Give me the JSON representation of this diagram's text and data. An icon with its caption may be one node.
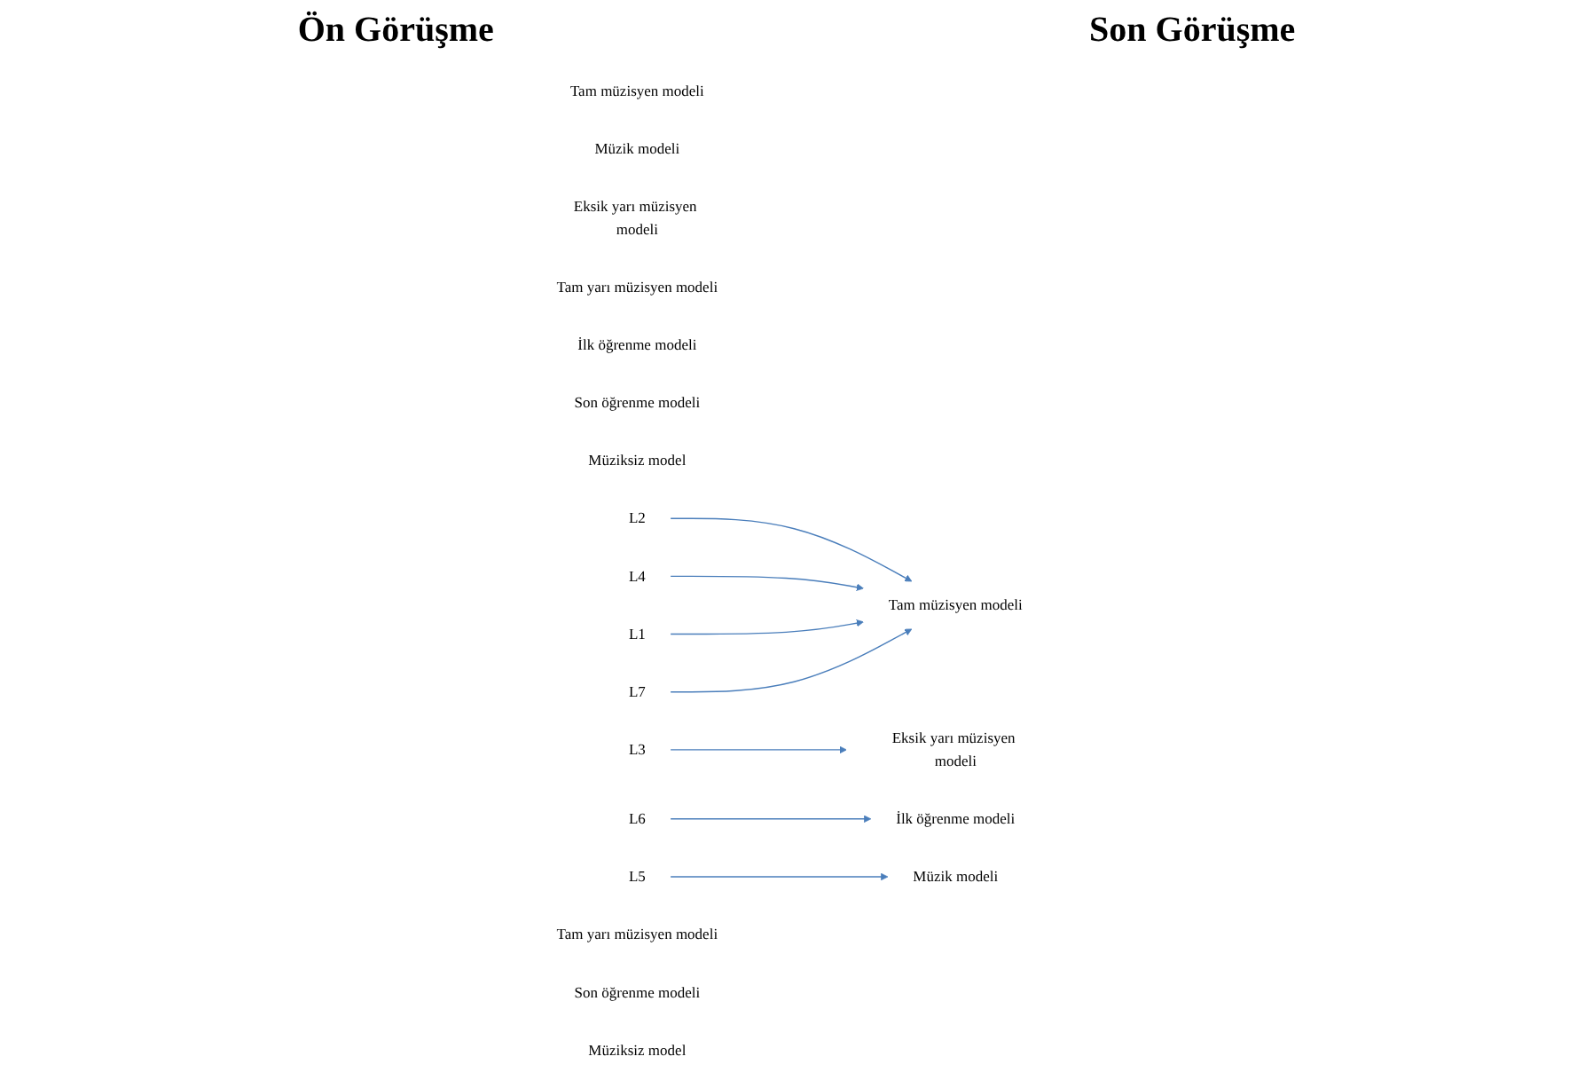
{
  "diagram": {
    "nodes": [
      {
        "text": [
          "Tam müzisyen modeli"
        ]
      },
      {
        "text": [
          "Müzik modeli"
        ]
      },
      {
        "text": [
          "Eksik yarı müzisyen modeli"
        ]
      },
      {
        "text": [
          "Tam yarı müzisyen modeli"
        ]
      },
      {
        "text": [
          "İlk öğrenme modeli"
        ]
      },
      {
        "text": [
          "Son öğrenme modeli"
        ]
      },
      {
        "text": [
          "Müziksiz model"
        ]
      },
      {
        "text": [
          "L2"
        ]
      },
      {
        "text": [
          "L4"
        ]
      },
      {
        "text": [
          "L3"
        ]
      },
      {
        "text": [
          "L1"
        ]
      },
      {
        "text": [
          "L7"
        ]
      },
      {
        "text": [
          "L6"
        ]
      },
      {
        "text": [
          "L5"
        ]
      },
      {
        "text": [
          "Tam müzisyen modeli"
        ]
      },
      {
        "text": [
          "Müzik modeli"
        ]
      },
      {
        "text": [
          "Eksik yarı müzisyen modeli"
        ]
      },
      {
        "text": [
          "Tam yarı müzisyen modeli"
        ]
      },
      {
        "text": [
          "İlk öğrenme modeli"
        ]
      },
      {
        "text": [
          "Son öğrenme modeli"
        ]
      },
      {
        "text": [
          "Müziksiz model"
        ]
      }
    ],
    "edges": [
      {
        "from": 7,
        "to": 14,
        "arrow": "to"
      },
      {
        "from": 8,
        "to": 14,
        "arrow": "to"
      },
      {
        "from": 9,
        "to": 16,
        "arrow": "to"
      },
      {
        "from": 10,
        "to": 14,
        "arrow": "to"
      },
      {
        "from": 11,
        "to": 14,
        "arrow": "to"
      },
      {
        "from": 12,
        "to": 18,
        "arrow": "to"
      },
      {
        "from": 13,
        "to": 15,
        "arrow": "to"
      }
    ],
    "labels": [
      "Ön Görüşme",
      "Son Görüşme"
    ]
  }
}
